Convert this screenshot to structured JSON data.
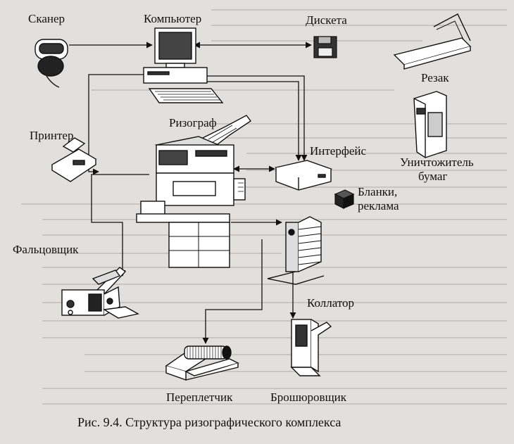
{
  "labels": {
    "scanner": "Сканер",
    "computer": "Компьютер",
    "diskette": "Дискета",
    "cutter": "Резак",
    "printer": "Принтер",
    "risograph": "Ризограф",
    "interface": "Интерфейс",
    "shredder_line1": "Уничтожитель",
    "shredder_line2": "бумаг",
    "forms_line1": "Бланки,",
    "forms_line2": "реклама",
    "folder": "Фальцовщик",
    "collator": "Коллатор",
    "binder": "Переплетчик",
    "stapler": "Брошюровщик"
  },
  "caption": "Рис. 9.4. Структура ризографического комплекса"
}
